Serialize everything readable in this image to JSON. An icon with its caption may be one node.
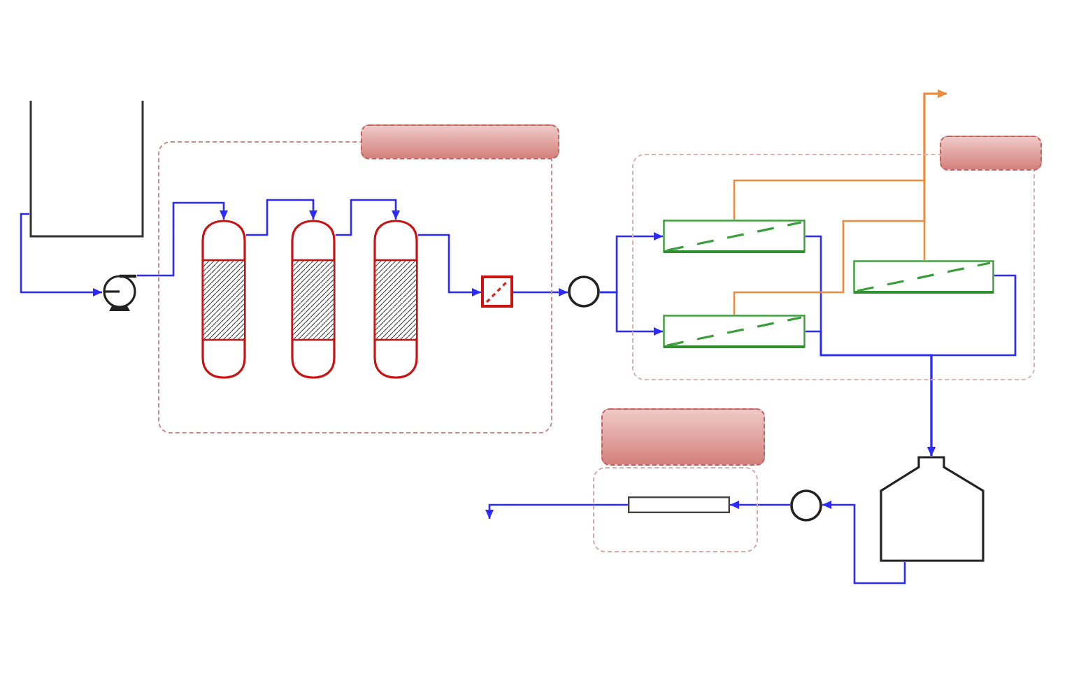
{
  "diagram": {
    "nodes": [
      {
        "text": [],
        "shape": "tank"
      },
      {
        "text": [],
        "shape": "pump"
      },
      {
        "text": [],
        "shape": "box"
      },
      {
        "text": [],
        "shape": "bar"
      },
      {
        "text": [],
        "shape": "cylinder",
        "in": 2
      },
      {
        "text": [],
        "shape": "cylinder",
        "in": 2
      },
      {
        "text": [],
        "shape": "cylinder",
        "in": 2
      },
      {
        "text": [],
        "shape": "box",
        "in": 2
      },
      {
        "text": [],
        "shape": "circle"
      },
      {
        "text": [],
        "shape": "box"
      },
      {
        "text": [],
        "shape": "bar"
      },
      {
        "text": [],
        "shape": "box",
        "in": 9
      },
      {
        "text": [],
        "shape": "box",
        "in": 9
      },
      {
        "text": [],
        "shape": "box",
        "in": 9
      },
      {
        "text": [],
        "shape": "tank"
      },
      {
        "text": [],
        "shape": "circle"
      },
      {
        "text": [],
        "shape": "box"
      },
      {
        "text": [],
        "shape": "bar"
      },
      {
        "text": [],
        "shape": "box",
        "in": 16
      }
    ],
    "edges": [
      {
        "from": 0,
        "to": 1,
        "arrow": "to"
      },
      {
        "from": 1,
        "to": 4,
        "arrow": "to"
      },
      {
        "from": 4,
        "to": 5,
        "arrow": "to"
      },
      {
        "from": 5,
        "to": 6,
        "arrow": "to"
      },
      {
        "from": 6,
        "to": 7,
        "arrow": "to"
      },
      {
        "from": 7,
        "to": 8,
        "arrow": "to"
      },
      {
        "from": 8,
        "to": 11,
        "arrow": "to"
      },
      {
        "from": 8,
        "to": 12,
        "arrow": "to"
      },
      {
        "from": 11,
        "to": 14,
        "arrow": "to"
      },
      {
        "from": 12,
        "to": 14,
        "arrow": "to"
      },
      {
        "from": 13,
        "to": 14,
        "arrow": "to"
      },
      {
        "from": 11,
        "to": null,
        "arrow": "to",
        "color": "#f08a3c"
      },
      {
        "from": 12,
        "to": null,
        "arrow": "to",
        "color": "#f08a3c"
      },
      {
        "from": 13,
        "to": null,
        "arrow": "to",
        "color": "#f08a3c"
      },
      {
        "from": 14,
        "to": 15,
        "arrow": "to"
      },
      {
        "from": 15,
        "to": 18,
        "arrow": "to"
      },
      {
        "from": 18,
        "to": null,
        "arrow": "to"
      }
    ]
  }
}
